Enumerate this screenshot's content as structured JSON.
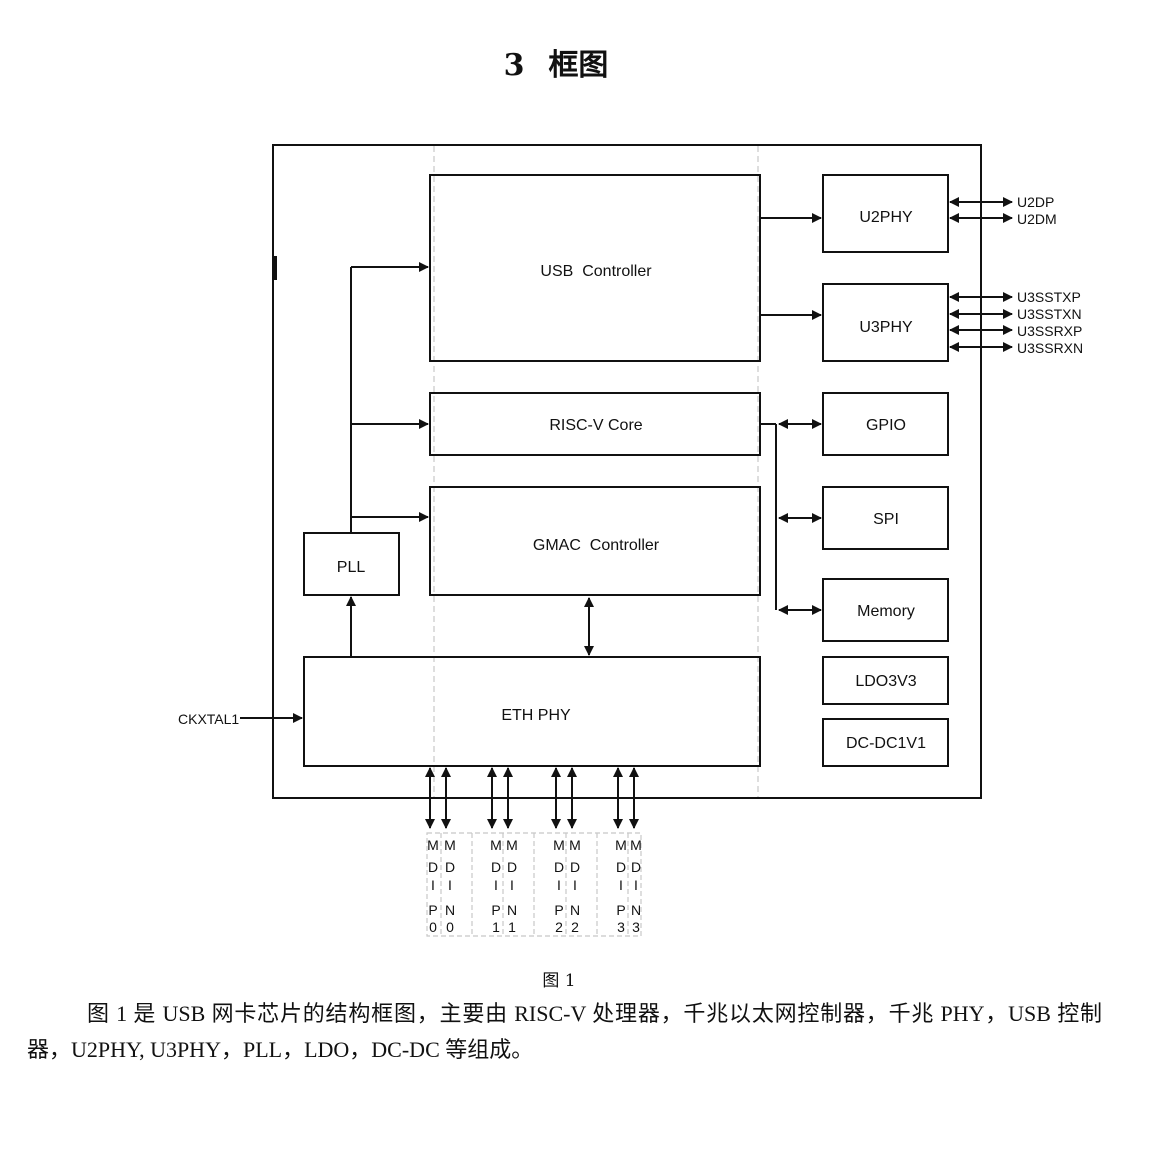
{
  "title": {
    "number": "3",
    "text": "框图"
  },
  "blocks": {
    "usb_controller": "USB  Controller",
    "risc_v_core": "RISC-V Core",
    "gmac_controller": "GMAC  Controller",
    "eth_phy": "ETH PHY",
    "pll": "PLL",
    "u2phy": "U2PHY",
    "u3phy": "U3PHY",
    "gpio": "GPIO",
    "spi": "SPI",
    "memory": "Memory",
    "ldo3v3": "LDO3V3",
    "dcdc1v1": "DC-DC1V1"
  },
  "signals": {
    "ckxtal1": "CKXTAL1",
    "u2phy_pins": [
      "U2DP",
      "U2DM"
    ],
    "u3phy_pins": [
      "U3SSTXP",
      "U3SSTXN",
      "U3SSRXP",
      "U3SSRXN"
    ]
  },
  "mdi_pins": [
    {
      "col1": [
        "M",
        "D",
        "I",
        "P",
        "0"
      ],
      "col2": [
        "M",
        "D",
        "I",
        "N",
        "0"
      ]
    },
    {
      "col1": [
        "M",
        "D",
        "I",
        "P",
        "1"
      ],
      "col2": [
        "M",
        "D",
        "I",
        "N",
        "1"
      ]
    },
    {
      "col1": [
        "M",
        "D",
        "I",
        "P",
        "2"
      ],
      "col2": [
        "M",
        "D",
        "I",
        "N",
        "2"
      ]
    },
    {
      "col1": [
        "M",
        "D",
        "I",
        "P",
        "3"
      ],
      "col2": [
        "M",
        "D",
        "I",
        "N",
        "3"
      ]
    }
  ],
  "figure_caption": "图 1",
  "paragraph": "图 1 是 USB 网卡芯片的结构框图，主要由 RISC-V 处理器，千兆以太网控制器，千兆 PHY，USB 控制器，U2PHY, U3PHY，PLL，LDO，DC-DC 等组成。"
}
